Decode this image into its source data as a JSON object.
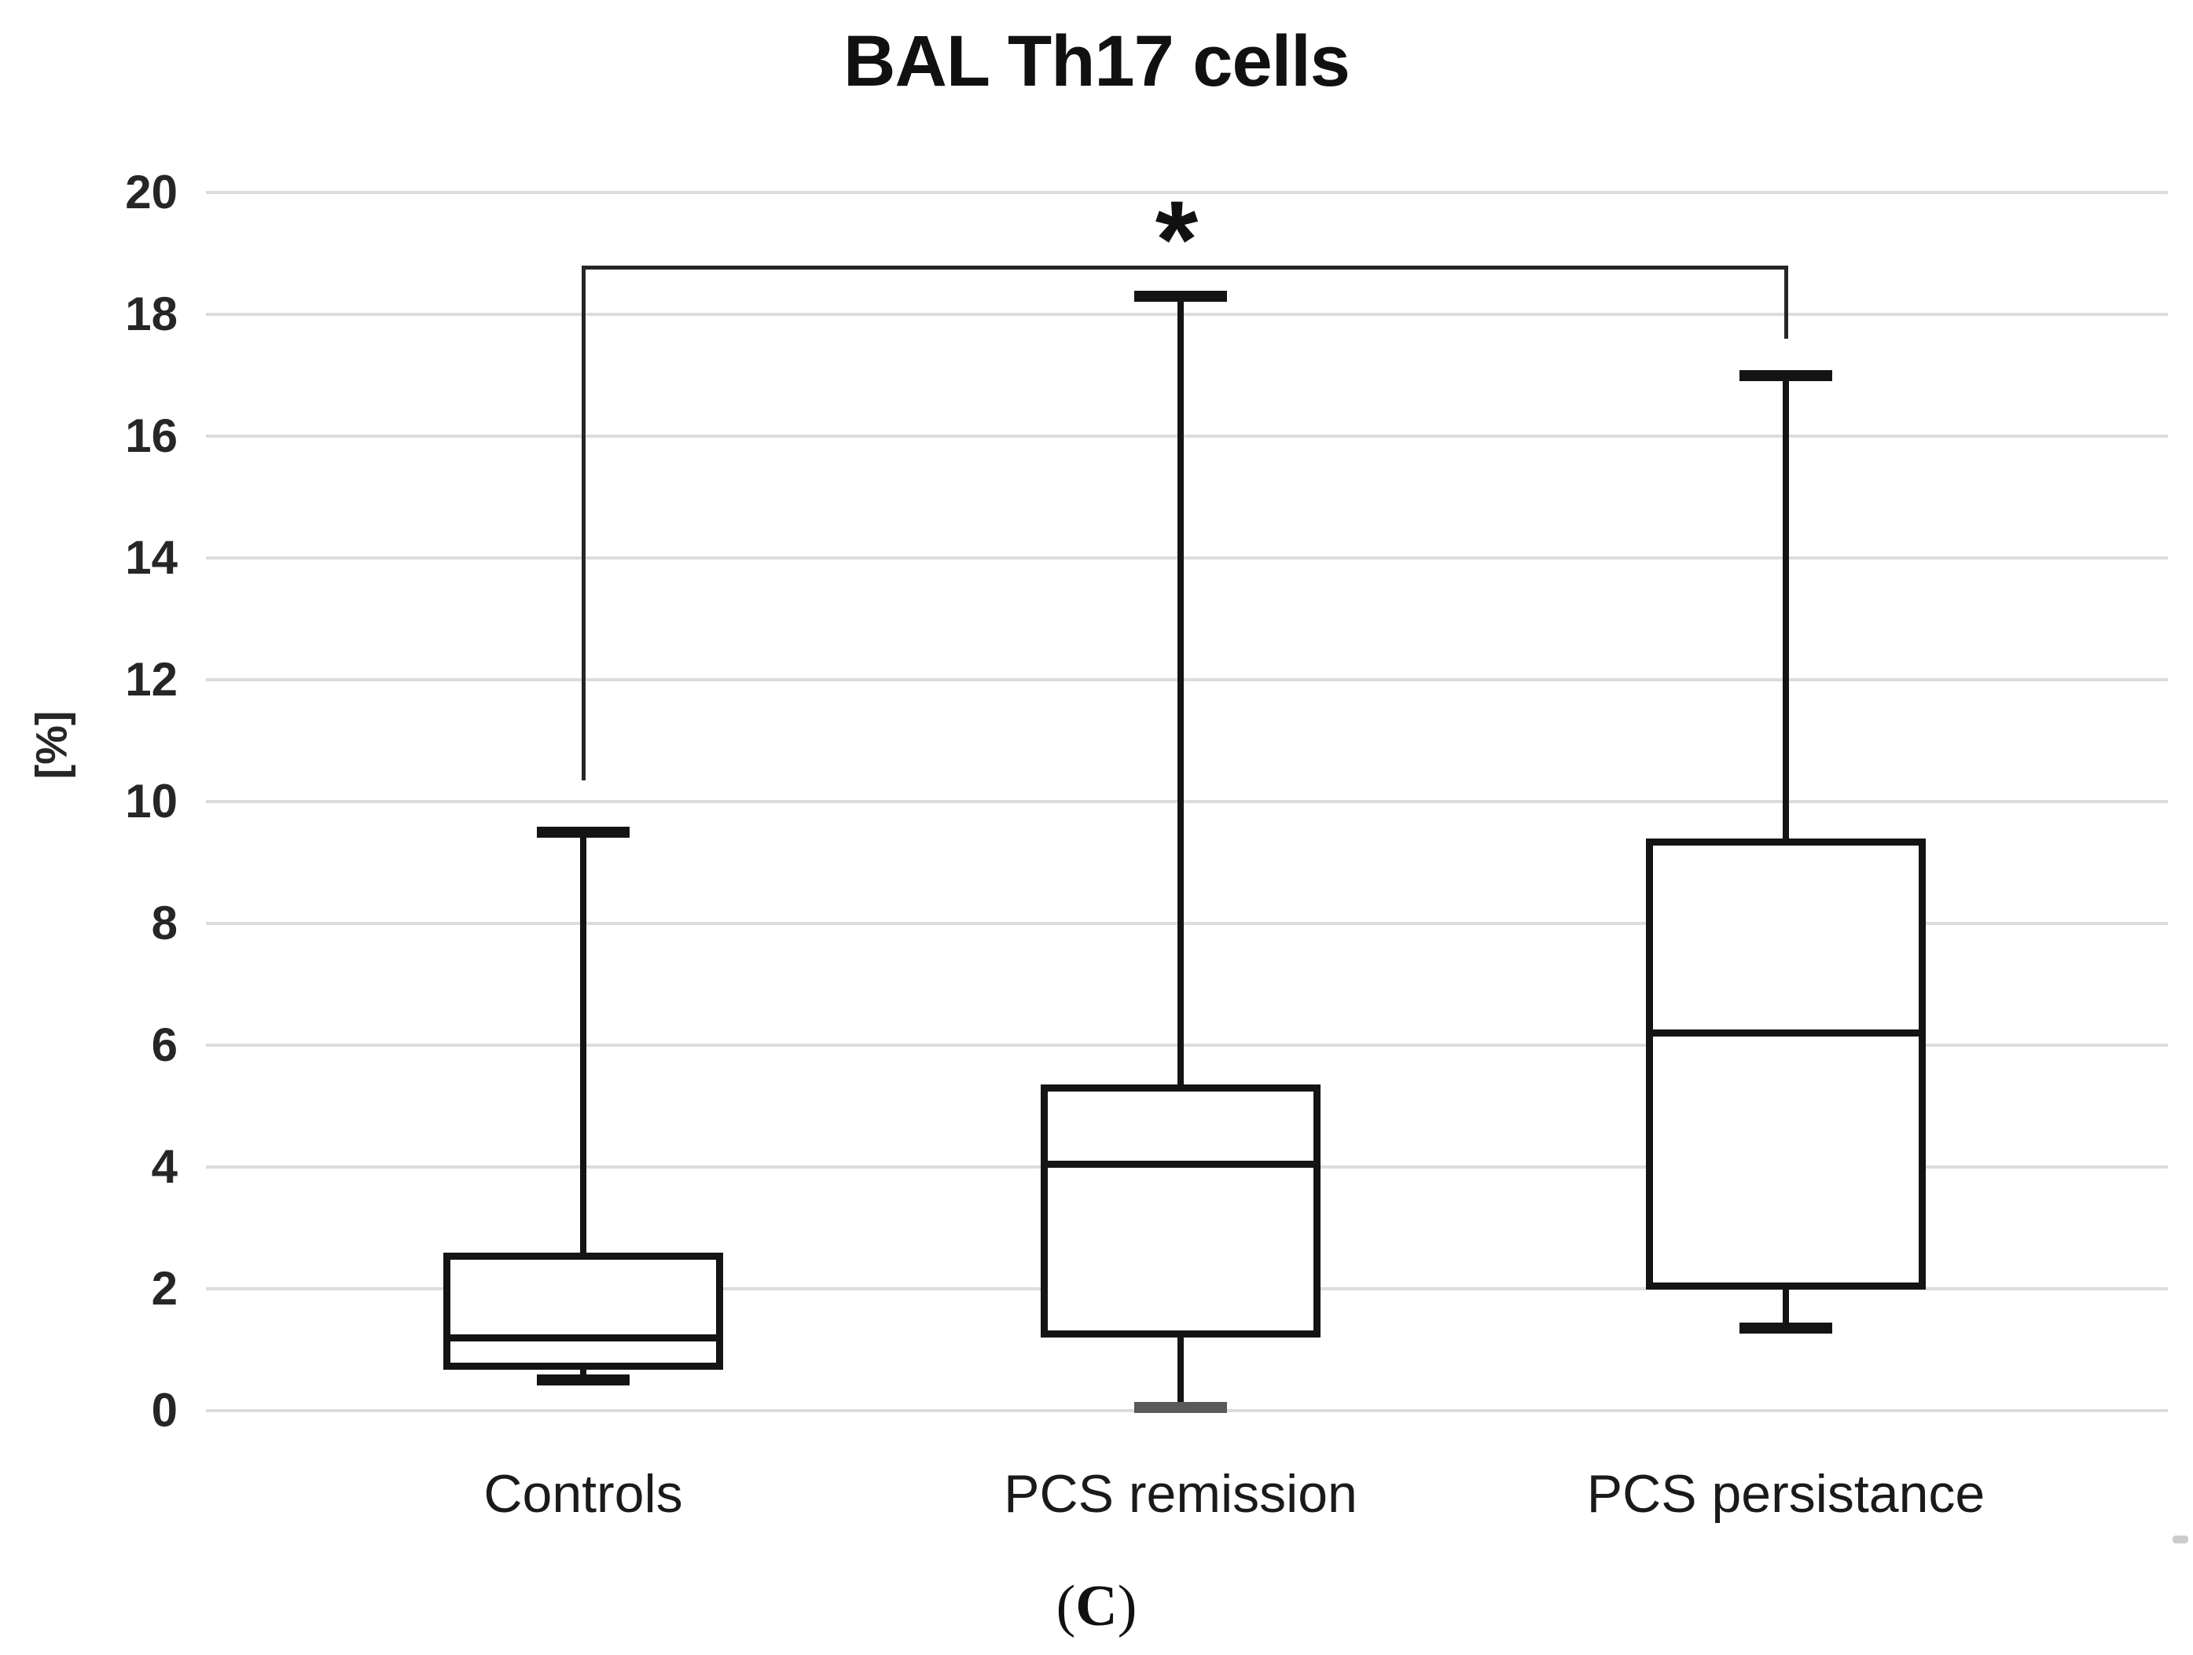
{
  "title": "BAL Th17 cells",
  "caption": {
    "open": "(",
    "letter": "C",
    "close": ")"
  },
  "y_axis": {
    "label": "[%]",
    "tick_values": [
      20,
      18,
      16,
      14,
      12,
      10,
      8,
      6,
      4,
      2,
      0
    ]
  },
  "colors": {
    "line": "#141414",
    "grid": "#dcdcdc",
    "bracket": "#262626",
    "text": "#262626",
    "gray_cap": "#5a5a5a",
    "background": "#ffffff",
    "box_fill": "#ffffff"
  },
  "chart_data": {
    "type": "boxplot",
    "title": "BAL Th17 cells",
    "xlabel": "",
    "ylabel": "[%]",
    "ylim": [
      0,
      20
    ],
    "ytick_step": 2,
    "grid": true,
    "categories": [
      "Controls",
      "PCS remission",
      "PCS persistance"
    ],
    "series": [
      {
        "name": "Controls",
        "min": 0.5,
        "q1": 0.68,
        "median": 1.2,
        "q3": 2.6,
        "max": 9.5,
        "lower_cap": "black"
      },
      {
        "name": "PCS remission",
        "min": 0.05,
        "q1": 1.2,
        "median": 4.05,
        "q3": 5.35,
        "max": 18.3,
        "lower_cap": "gray"
      },
      {
        "name": "PCS persistance",
        "min": 1.35,
        "q1": 2.0,
        "median": 6.2,
        "q3": 9.4,
        "max": 17.0,
        "lower_cap": "black"
      }
    ],
    "significance": {
      "symbol": "*",
      "between": [
        "Controls",
        "PCS persistance"
      ],
      "bar_level": 18.8,
      "left_drop_level": 10.35,
      "right_drop_level": 17.6
    }
  }
}
